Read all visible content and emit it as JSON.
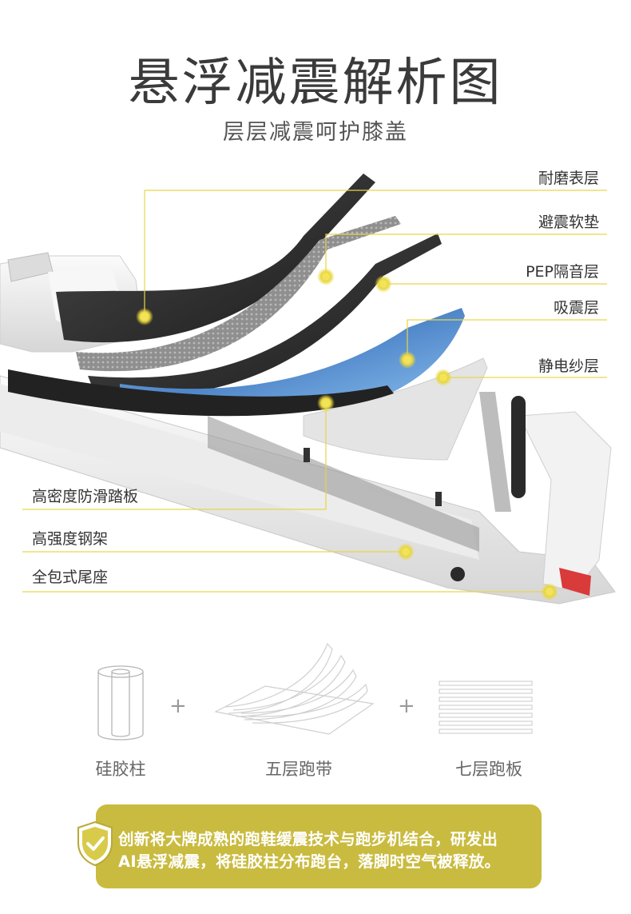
{
  "header": {
    "title": "悬浮减震解析图",
    "subtitle": "层层减震呵护膝盖"
  },
  "layers_right": [
    {
      "label": "耐磨表层"
    },
    {
      "label": "避震软垫"
    },
    {
      "label": "PEP隔音层"
    },
    {
      "label": "吸震层"
    },
    {
      "label": "静电纱层"
    }
  ],
  "layers_left": [
    {
      "label": "高密度防滑踏板"
    },
    {
      "label": "高强度钢架"
    },
    {
      "label": "全包式尾座"
    }
  ],
  "components": {
    "items": [
      {
        "label": "硅胶柱",
        "icon": "silicone-column-icon"
      },
      {
        "label": "五层跑带",
        "icon": "five-layer-belt-icon"
      },
      {
        "label": "七层跑板",
        "icon": "seven-layer-board-icon"
      }
    ],
    "plus_symbol": "+"
  },
  "banner": {
    "line1": "创新将大牌成熟的跑鞋缓震技术与跑步机结合，研发出",
    "line2": "AI悬浮减震，将硅胶柱分布跑台，落脚时空气被释放。",
    "icon": "shield-check-icon"
  },
  "colors": {
    "accent_yellow": "#e6d64a",
    "banner_bg": "#c9bb3f",
    "text_dark": "#333333"
  }
}
